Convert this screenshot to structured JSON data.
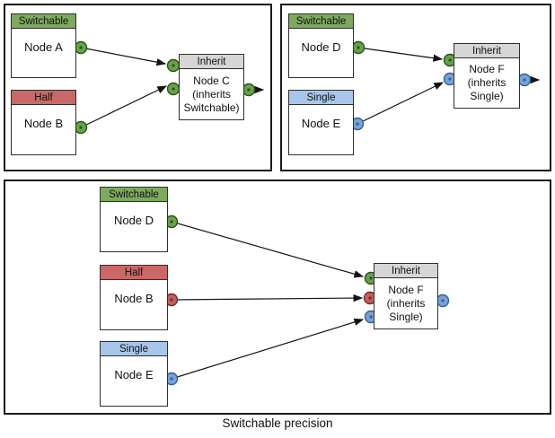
{
  "caption": "Switchable precision",
  "colors": {
    "header_green": "#7daa5e",
    "header_red": "#ca6868",
    "header_blue": "#a8c6e9",
    "header_gray": "#d6d6d6",
    "port_green": {
      "fill": "#67a24b",
      "stroke": "#2f4f1c"
    },
    "port_red": {
      "fill": "#c75c5c",
      "stroke": "#702d2d"
    },
    "port_blue": {
      "fill": "#74a4da",
      "stroke": "#3b5e8f"
    },
    "edge": "#141414"
  },
  "panels": {
    "top_left": {
      "node_a": {
        "header": "Switchable",
        "name": "Node A"
      },
      "node_b": {
        "header": "Half",
        "name": "Node B"
      },
      "node_c": {
        "header": "Inherit",
        "name": "Node C (inherits Switchable)"
      }
    },
    "top_right": {
      "node_d": {
        "header": "Switchable",
        "name": "Node D"
      },
      "node_e": {
        "header": "Single",
        "name": "Node E"
      },
      "node_f": {
        "header": "Inherit",
        "name": "Node F (inherits Single)"
      }
    },
    "bottom": {
      "node_d": {
        "header": "Switchable",
        "name": "Node D"
      },
      "node_b": {
        "header": "Half",
        "name": "Node B"
      },
      "node_e": {
        "header": "Single",
        "name": "Node E"
      },
      "node_f": {
        "header": "Inherit",
        "name": "Node F (inherits Single)"
      }
    }
  }
}
